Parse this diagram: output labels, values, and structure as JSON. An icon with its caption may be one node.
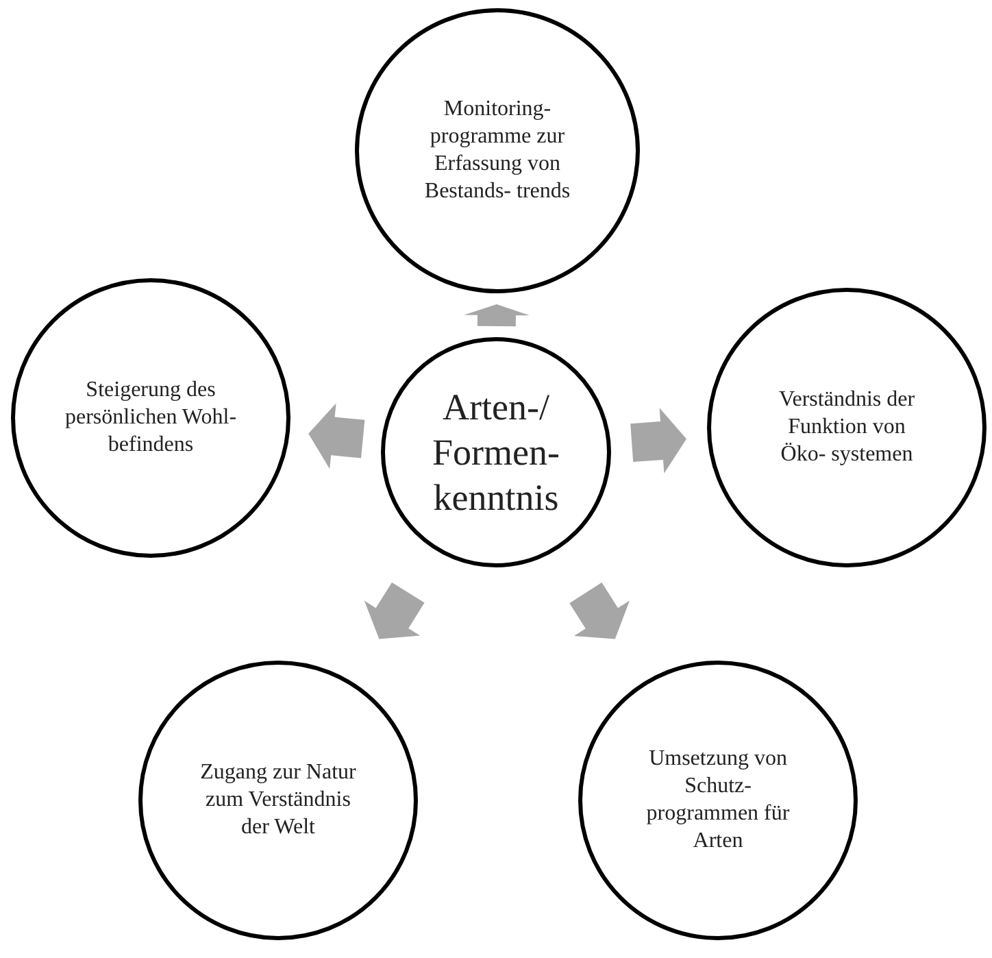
{
  "diagram": {
    "nodes": [
      {
        "text": [
          "Arten-/ Formen- kenntnis"
        ]
      },
      {
        "text": [
          "Monitoring- programme zur Erfassung von Bestands- trends"
        ]
      },
      {
        "text": [
          "Verständnis der Funktion von Öko- systemen"
        ]
      },
      {
        "text": [
          "Umsetzung von Schutz- programmen für Arten"
        ]
      },
      {
        "text": [
          "Zugang zur Natur zum Verständnis der Welt"
        ]
      },
      {
        "text": [
          "Steigerung des persönlichen Wohl- befindens"
        ]
      }
    ],
    "edges": [
      {
        "from": 0,
        "to": 1,
        "arrow": "to"
      },
      {
        "from": 0,
        "to": 2,
        "arrow": "to"
      },
      {
        "from": 0,
        "to": 3,
        "arrow": "to"
      },
      {
        "from": 0,
        "to": 4,
        "arrow": "to"
      },
      {
        "from": 0,
        "to": 5,
        "arrow": "to"
      }
    ]
  }
}
